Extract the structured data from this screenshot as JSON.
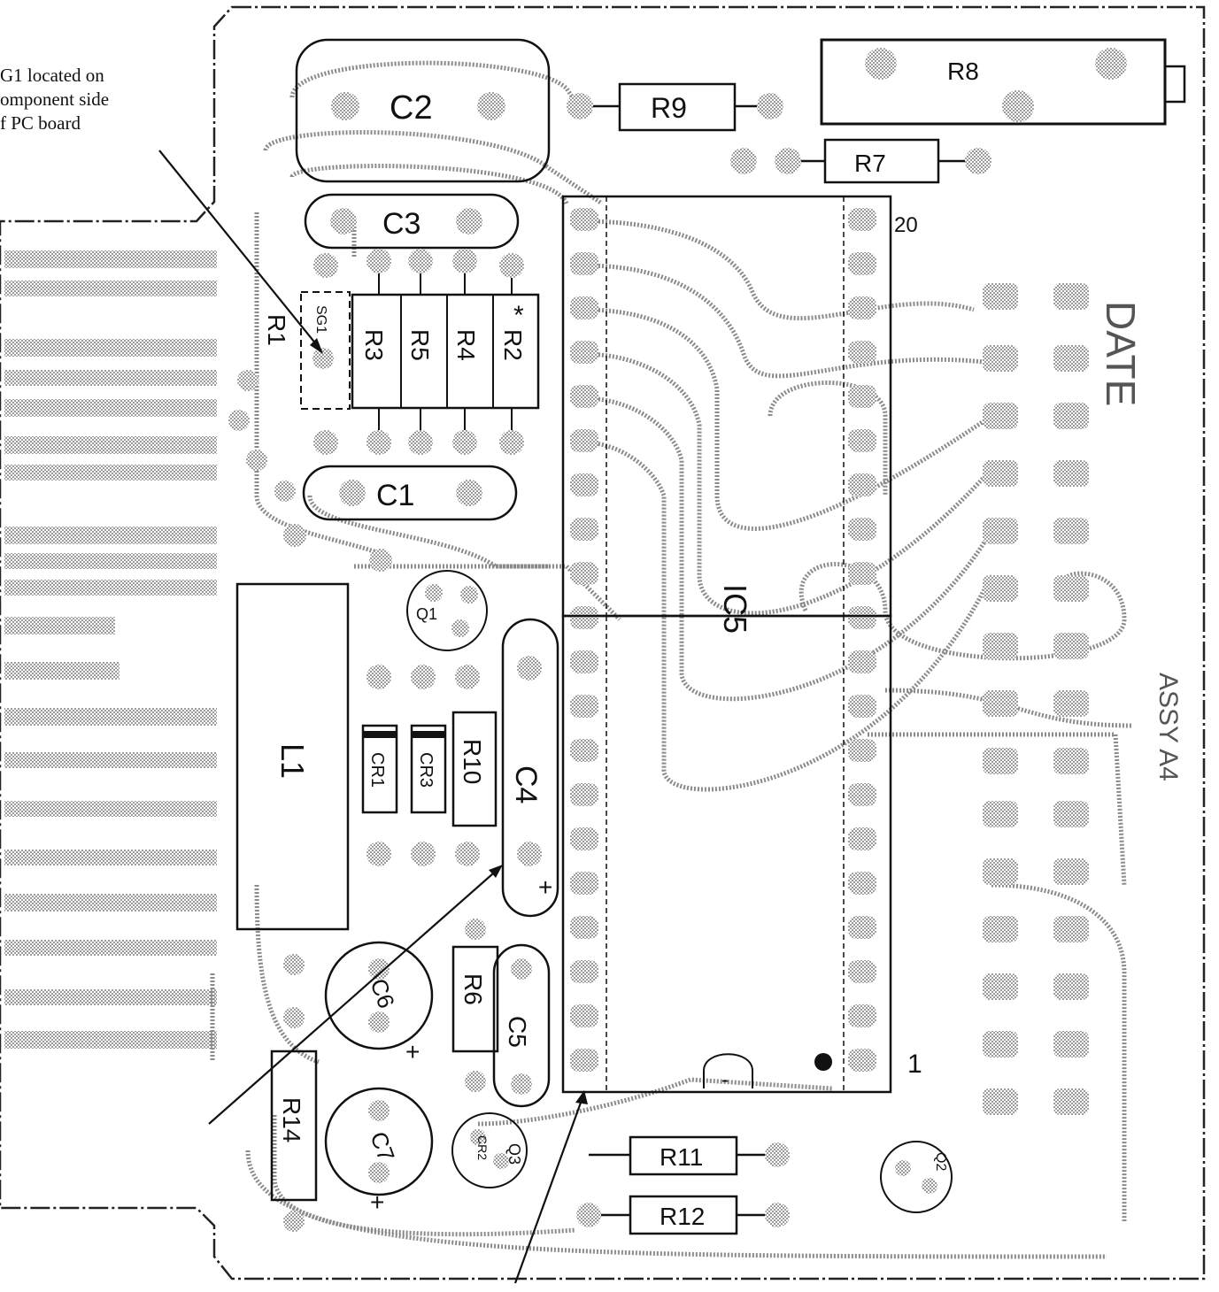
{
  "annotation": {
    "lines": [
      "G1 located on",
      "omponent side",
      "f PC board"
    ]
  },
  "labels": {
    "c2": "C2",
    "c3": "C3",
    "c1": "C1",
    "c4": "C4",
    "c5": "C5",
    "c6": "C6",
    "c7": "C7",
    "r1": "R1",
    "r2": "R2",
    "r3": "R3",
    "r4": "R4",
    "r5": "R5",
    "r6": "R6",
    "r7": "R7",
    "r8": "R8",
    "r9": "R9",
    "r10": "R10",
    "r11": "R11",
    "r12": "R12",
    "r14": "R14",
    "l1": "L1",
    "ic5": "IC5",
    "sg1": "SG1",
    "q1": "Q1",
    "q2": "Q2",
    "q3": "Q3",
    "cr1": "CR1",
    "cr2": "CR2",
    "cr3": "CR3",
    "pin1": "1",
    "pin20": "20",
    "star": "*",
    "plus": "+",
    "minus": "-",
    "assy": "ASSY A4",
    "date": "DATE"
  },
  "colors": {
    "ink": "#111111",
    "halftone": "#7a7a7a",
    "board_bg": "#ffffff"
  }
}
